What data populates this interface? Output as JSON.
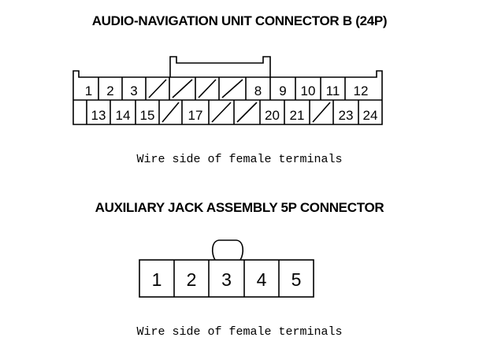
{
  "connector_b": {
    "title": "AUDIO-NAVIGATION UNIT CONNECTOR B (24P)",
    "caption": "Wire side of female terminals",
    "row1": [
      {
        "label": "1",
        "empty": false
      },
      {
        "label": "2",
        "empty": false
      },
      {
        "label": "3",
        "empty": false
      },
      {
        "label": "",
        "empty": true
      },
      {
        "label": "",
        "empty": true
      },
      {
        "label": "",
        "empty": true
      },
      {
        "label": "",
        "empty": true
      },
      {
        "label": "8",
        "empty": false
      },
      {
        "label": "9",
        "empty": false
      },
      {
        "label": "10",
        "empty": false
      },
      {
        "label": "11",
        "empty": false
      },
      {
        "label": "12",
        "empty": false
      }
    ],
    "row2": [
      {
        "label": "13",
        "empty": false
      },
      {
        "label": "14",
        "empty": false
      },
      {
        "label": "15",
        "empty": false
      },
      {
        "label": "",
        "empty": true
      },
      {
        "label": "17",
        "empty": false
      },
      {
        "label": "",
        "empty": true
      },
      {
        "label": "",
        "empty": true
      },
      {
        "label": "20",
        "empty": false
      },
      {
        "label": "21",
        "empty": false
      },
      {
        "label": "",
        "empty": true
      },
      {
        "label": "23",
        "empty": false
      },
      {
        "label": "24",
        "empty": false
      }
    ]
  },
  "aux_jack": {
    "title": "AUXILIARY JACK ASSEMBLY 5P CONNECTOR",
    "caption": "Wire side of female terminals",
    "pins": [
      "1",
      "2",
      "3",
      "4",
      "5"
    ]
  }
}
